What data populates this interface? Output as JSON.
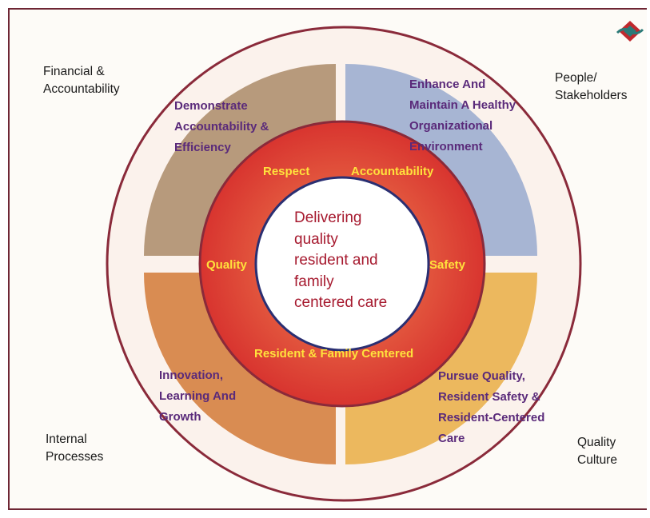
{
  "corners": {
    "top_left": [
      "Financial &",
      "Accountability"
    ],
    "top_right": [
      "People/",
      "Stakeholders"
    ],
    "bottom_left": [
      "Internal",
      "Processes"
    ],
    "bottom_right": [
      "Quality",
      "Culture"
    ]
  },
  "quadrants": {
    "top_left": [
      "Demonstrate",
      "Accountability &",
      "Efficiency"
    ],
    "top_right": [
      "Enhance And",
      "Maintain A Healthy",
      "Organizational",
      "Environment"
    ],
    "bottom_left": [
      "Innovation,",
      "Learning And",
      "Growth"
    ],
    "bottom_right": [
      "Pursue Quality,",
      "Resident Safety &",
      "Resident-Centered",
      "Care"
    ]
  },
  "values": {
    "top_left": "Respect",
    "top_right": "Accountability",
    "left": "Quality",
    "right": "Safety",
    "bottom": "Resident & Family Centered"
  },
  "center_lines": [
    "Delivering",
    "quality",
    "resident and",
    "family",
    "centered care"
  ],
  "colors": {
    "frame_border": "#6e2634",
    "quad_top_left": "#b79a7c",
    "quad_top_right": "#a7b5d3",
    "quad_bottom_left": "#d98c52",
    "quad_bottom_right": "#ecb85e",
    "value_ring": "#e8573f",
    "value_text": "#ffe23c",
    "quadrant_text": "#5a2a7a",
    "center_text": "#a6192e",
    "logo_red": "#c0282d",
    "logo_teal": "#2b7a78"
  }
}
